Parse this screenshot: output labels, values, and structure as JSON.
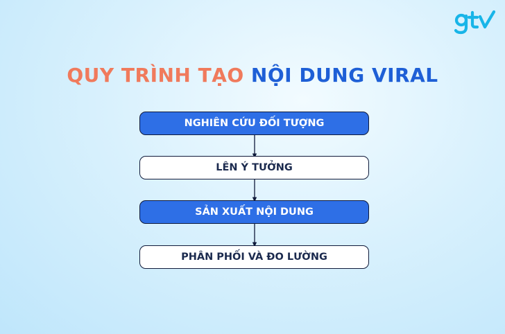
{
  "logo": {
    "text": "gtv"
  },
  "title": {
    "part1": "QUY TRÌNH TẠO",
    "part2": "NỘI DUNG VIRAL"
  },
  "steps": [
    {
      "label": "NGHIÊN CỨU ĐỐI TƯỢNG",
      "style": "filled"
    },
    {
      "label": "LÊN Ý TƯỞNG",
      "style": "plain"
    },
    {
      "label": "SẢN XUẤT NỘI DUNG",
      "style": "filled"
    },
    {
      "label": "PHÂN PHỐI VÀ ĐO LƯỜNG",
      "style": "plain"
    }
  ],
  "colors": {
    "title_part1": "#f07a5c",
    "title_part2": "#1e5fd6",
    "step_filled": "#2e6fe6",
    "step_border": "#0f1a3a",
    "logo": "#18b5e8"
  }
}
